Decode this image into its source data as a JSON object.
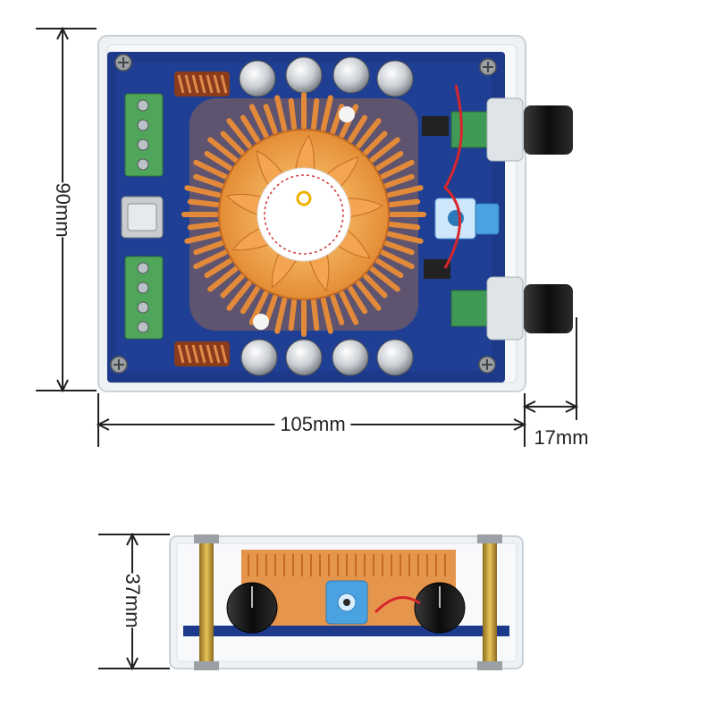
{
  "dimensions": {
    "height_top": "90mm",
    "width_top": "105mm",
    "knob_depth": "17mm",
    "height_side": "37mm"
  },
  "colors": {
    "pcb": "#1d3a8a",
    "heatsink": "#e38a3a",
    "terminal": "#4fa65a",
    "knob": "#111111",
    "acrylic": "#e9eef2",
    "jack": "#4aa3e0"
  },
  "icons": [
    "mounting-screw-icon",
    "cooling-fan-icon",
    "capacitor-icon",
    "inductor-icon",
    "volume-knob-icon",
    "audio-jack-icon"
  ]
}
